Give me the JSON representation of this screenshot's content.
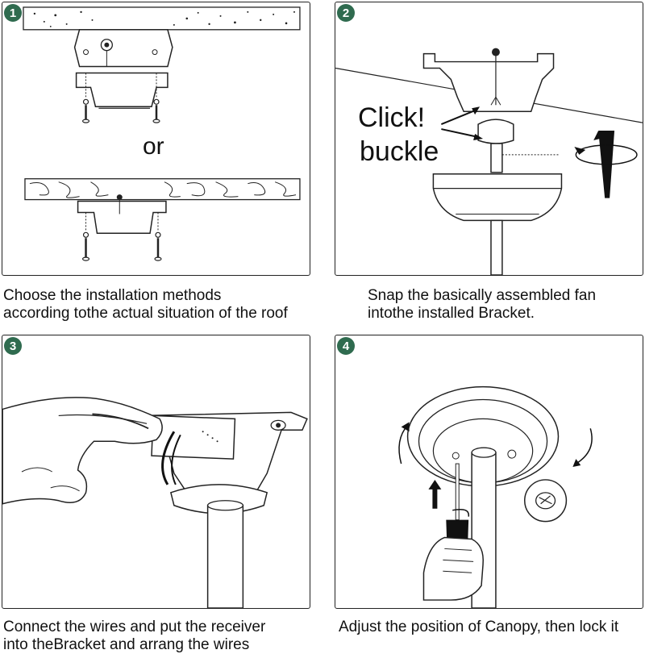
{
  "colors": {
    "badge": "#2f6b4f",
    "line": "#222222",
    "fill": "#ffffff"
  },
  "steps": [
    {
      "number": "1",
      "separator": "or",
      "caption": [
        "Choose the installation methods",
        "according tothe actual situation of the roof"
      ]
    },
    {
      "number": "2",
      "callout": [
        "Click!",
        "buckle"
      ],
      "caption": [
        "Snap the basically assembled fan",
        "intothe installed Bracket."
      ]
    },
    {
      "number": "3",
      "caption": [
        "Connect the wires and put the receiver",
        "into theBracket and arrang the wires"
      ]
    },
    {
      "number": "4",
      "caption": [
        "Adjust the position of Canopy, then lock it"
      ]
    }
  ]
}
